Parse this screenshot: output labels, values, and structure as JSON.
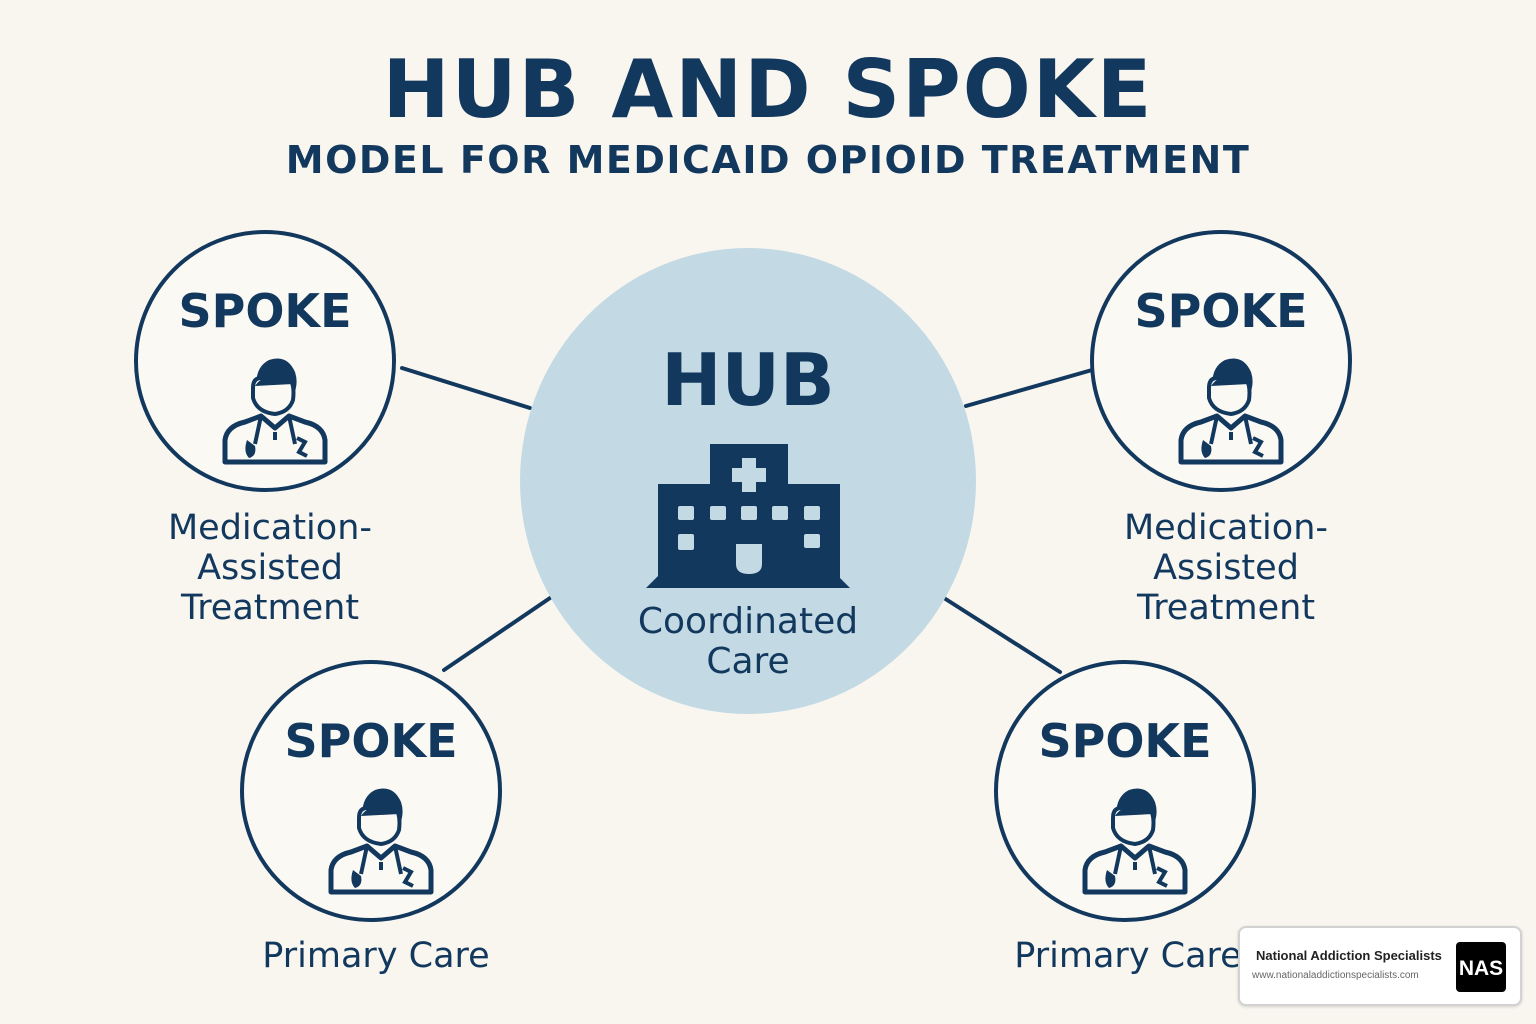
{
  "header": {
    "title": "HUB AND SPOKE",
    "subtitle": "MODEL FOR MEDICAID OPIOID TREATMENT"
  },
  "hub": {
    "title": "HUB",
    "icon": "hospital-icon",
    "caption": "Coordinated\nCare"
  },
  "spokes": [
    {
      "title": "SPOKE",
      "icon": "doctor-icon",
      "label": "Medication-\nAssisted\nTreatment"
    },
    {
      "title": "SPOKE",
      "icon": "doctor-icon",
      "label": "Medication-\nAssisted\nTreatment"
    },
    {
      "title": "SPOKE",
      "icon": "doctor-icon",
      "label": "Primary Care"
    },
    {
      "title": "SPOKE",
      "icon": "doctor-icon",
      "label": "Primary Care"
    }
  ],
  "watermark": {
    "name": "National Addiction Specialists",
    "url": "www.nationaladdictionspecialists.com",
    "logo_text": "NAS"
  },
  "colors": {
    "primary": "#12385e",
    "hub_fill": "#c3d9e4",
    "background": "#f9f6f0"
  }
}
